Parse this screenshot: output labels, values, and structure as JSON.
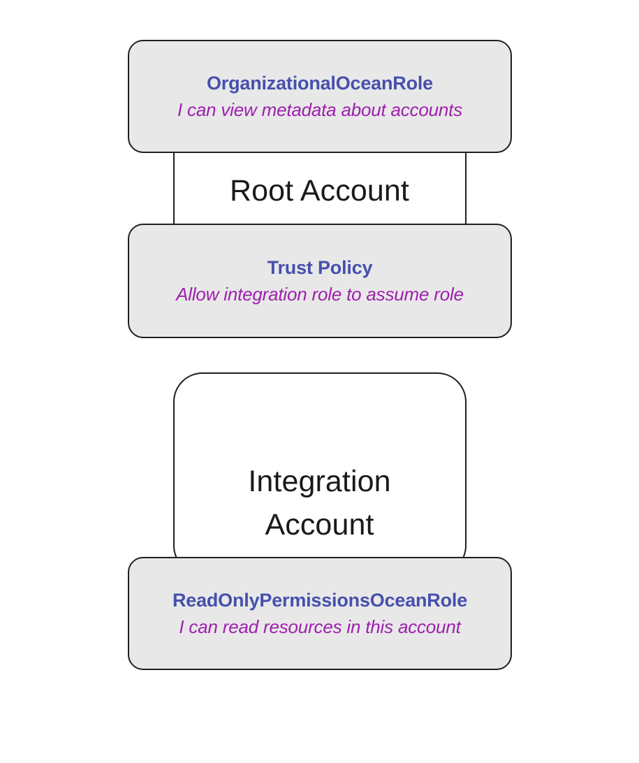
{
  "diagram": {
    "title": "AWS cross-account Ocean role trust diagram",
    "background_color": "#ffffff",
    "card_fill_color": "#e8e8e8",
    "border_color": "#1f1f1f",
    "title_color": "#4650ae",
    "subtitle_color": "#9e1fae",
    "account_label_color": "#1a1a1a"
  },
  "accounts": [
    {
      "id": "root-account",
      "label": "Root Account"
    },
    {
      "id": "integration-account",
      "label": "Integration\nAccount"
    }
  ],
  "cards": [
    {
      "id": "organizational-ocean-role",
      "title": "OrganizationalOceanRole",
      "subtitle": "I can view metadata about accounts",
      "account": "root-account"
    },
    {
      "id": "trust-policy",
      "title": "Trust Policy",
      "subtitle": "Allow integration role to assume role",
      "account": "root-account"
    },
    {
      "id": "readonly-permissions-ocean-role",
      "title": "ReadOnlyPermissionsOceanRole",
      "subtitle": "I can read resources in this account",
      "account": "integration-account"
    }
  ]
}
